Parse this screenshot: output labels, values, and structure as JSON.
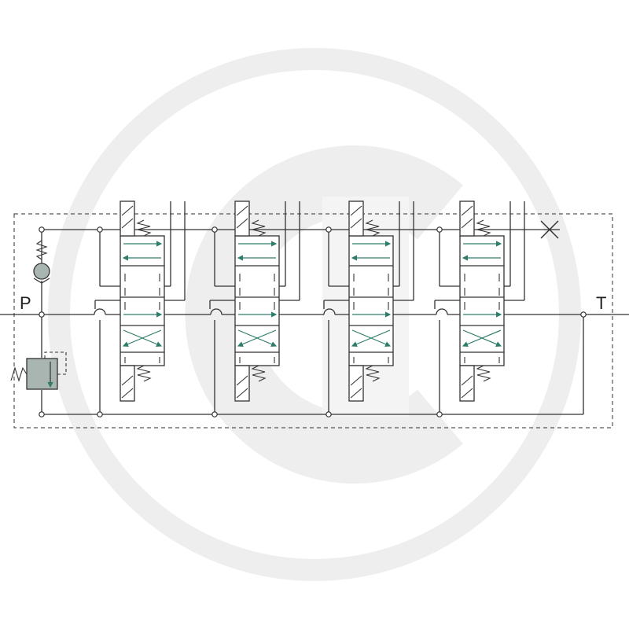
{
  "ports": {
    "pressure": "P",
    "tank": "T"
  },
  "sections": [
    {
      "id": "section-1"
    },
    {
      "id": "section-2"
    },
    {
      "id": "section-3"
    },
    {
      "id": "section-4"
    }
  ],
  "colors": {
    "line": "#333333",
    "flow_arrow": "#2e7d6b",
    "watermark": "#eeeeee",
    "check_valve_fill": "#a9b5b0",
    "relief_valve_fill": "#a9b5b0",
    "housing_border": "#555555"
  }
}
